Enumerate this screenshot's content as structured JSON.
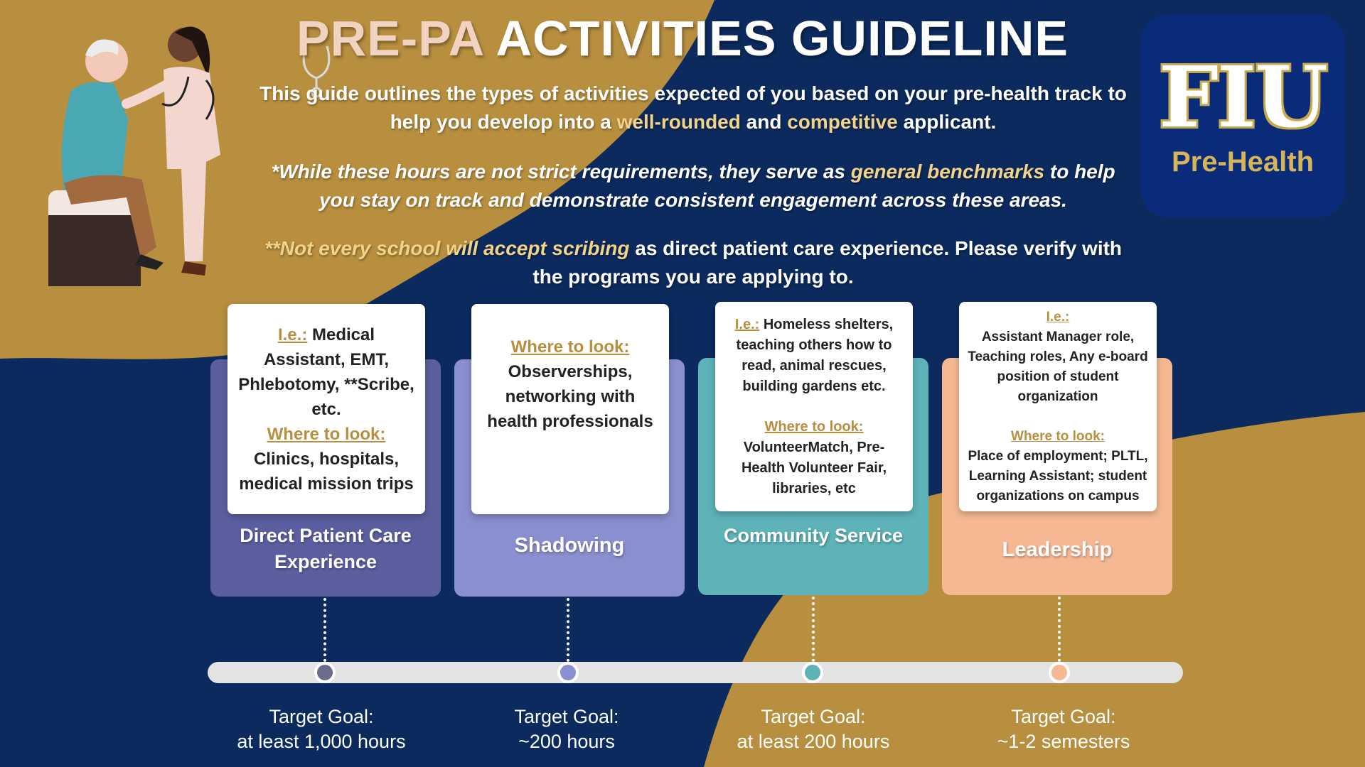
{
  "title": {
    "accent": "PRE-PA",
    "main": "ACTIVITIES GUIDELINE"
  },
  "intro": {
    "line1_pre": "This guide outlines the types of activities expected of you based on your pre-health track to help you develop into a ",
    "line1_gold1": "well-rounded",
    "line1_mid": " and ",
    "line1_gold2": "competitive",
    "line1_post": " applicant.",
    "note1_pre": "*While these hours are not strict requirements, they serve as ",
    "note1_gold": "general benchmarks",
    "note1_post": " to help you stay on track and demonstrate consistent engagement across these areas.",
    "note2_gold": "**Not every school will accept scribing",
    "note2_post": " as direct patient care experience. Please verify with the programs you are applying to."
  },
  "logo": {
    "mark": "FIU",
    "sub": "Pre-Health"
  },
  "colors": {
    "navy": "#0c2a5e",
    "gold": "#b78f3f",
    "direct_patient": "#5b5fa0",
    "shadowing": "#8a8fcf",
    "community": "#5db3b8",
    "leadership": "#f6b893"
  },
  "cards": [
    {
      "title": "Direct Patient Care Experience",
      "ie_label": "I.e.:",
      "ie_text": " Medical Assistant, EMT, Phlebotomy, **Scribe, etc.",
      "where_label": "Where to look:",
      "where_text": "Clinics, hospitals, medical mission trips",
      "goal_label": "Target Goal:",
      "goal_value": "at least 1,000 hours"
    },
    {
      "title": "Shadowing",
      "ie_label": "",
      "ie_text": "",
      "where_label": "Where to look:",
      "where_text": "Observerships, networking with health professionals",
      "goal_label": "Target Goal:",
      "goal_value": "~200 hours"
    },
    {
      "title": "Community Service",
      "ie_label": "I.e.:",
      "ie_text": " Homeless shelters, teaching others how to read, animal rescues, building gardens etc.",
      "where_label": "Where to look:",
      "where_text": "VolunteerMatch, Pre-Health Volunteer Fair, libraries, etc",
      "goal_label": "Target Goal:",
      "goal_value": "at least 200 hours"
    },
    {
      "title": "Leadership",
      "ie_label": "I.e.:",
      "ie_text": "Assistant Manager role, Teaching roles, Any e-board position of student organization",
      "where_label": "Where to look:",
      "where_text": "Place of employment; PLTL, Learning Assistant; student organizations on campus",
      "goal_label": "Target Goal:",
      "goal_value": "~1-2 semesters"
    }
  ]
}
